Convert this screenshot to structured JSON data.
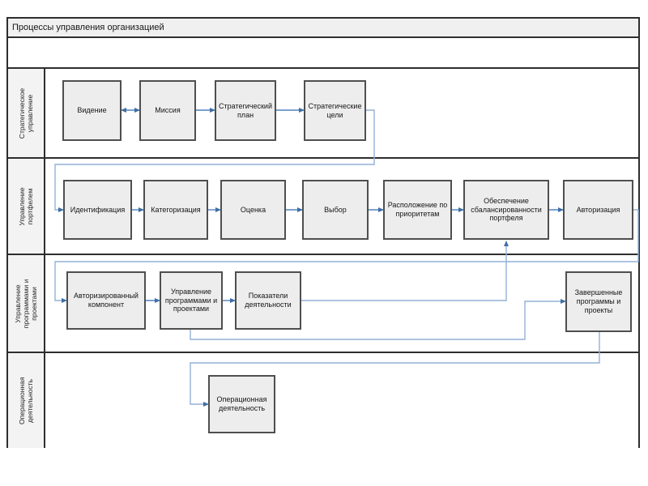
{
  "title": "Процессы управления организацией",
  "colors": {
    "frame_border": "#2e2e2e",
    "titlebar_fill": "#f0f0f0",
    "lane_label_fill": "#f3f3f3",
    "box_fill": "#ededed",
    "box_border": "#4f4f4f",
    "connector_dark": "#4f81bd",
    "connector_light": "#93b1d7"
  },
  "lanes": [
    {
      "label": "Стратегическое управление",
      "nodes": [
        {
          "label": "Видение"
        },
        {
          "label": "Миссия"
        },
        {
          "label": "Стратегический план"
        },
        {
          "label": "Стратегические цели"
        }
      ]
    },
    {
      "label": "Управление портфелем",
      "nodes": [
        {
          "label": "Идентификация"
        },
        {
          "label": "Категоризация"
        },
        {
          "label": "Оценка"
        },
        {
          "label": "Выбор"
        },
        {
          "label": "Расположение по приоритетам"
        },
        {
          "label": "Обеспечение сбалансированности портфеля"
        },
        {
          "label": "Авторизация"
        }
      ]
    },
    {
      "label": "Управление программами и проектами",
      "nodes": [
        {
          "label": "Авторизированный компонент"
        },
        {
          "label": "Управление программами и проектами"
        },
        {
          "label": "Показатели деятельности"
        },
        {
          "label": "Завершенные программы и проекты"
        }
      ]
    },
    {
      "label": "Операционная деятельность",
      "nodes": [
        {
          "label": "Операционная деятельность"
        }
      ]
    }
  ],
  "connections": [
    {
      "from": "Видение",
      "to": "Миссия",
      "type": "bidirectional"
    },
    {
      "from": "Миссия",
      "to": "Стратегический план",
      "type": "arrow"
    },
    {
      "from": "Стратегический план",
      "to": "Стратегические цели",
      "type": "arrow"
    },
    {
      "from": "Стратегические цели",
      "to": "Идентификация",
      "type": "arrow"
    },
    {
      "from": "Идентификация",
      "to": "Категоризация",
      "type": "arrow"
    },
    {
      "from": "Категоризация",
      "to": "Оценка",
      "type": "arrow"
    },
    {
      "from": "Оценка",
      "to": "Выбор",
      "type": "arrow"
    },
    {
      "from": "Выбор",
      "to": "Расположение по приоритетам",
      "type": "arrow"
    },
    {
      "from": "Расположение по приоритетам",
      "to": "Обеспечение сбалансированности портфеля",
      "type": "arrow"
    },
    {
      "from": "Обеспечение сбалансированности портфеля",
      "to": "Авторизация",
      "type": "arrow"
    },
    {
      "from": "Авторизация",
      "to": "Авторизированный компонент",
      "type": "arrow"
    },
    {
      "from": "Авторизированный компонент",
      "to": "Управление программами и проектами",
      "type": "arrow"
    },
    {
      "from": "Управление программами и проектами",
      "to": "Показатели деятельности",
      "type": "arrow"
    },
    {
      "from": "Показатели деятельности",
      "to": "Обеспечение сбалансированности портфеля",
      "type": "arrow"
    },
    {
      "from": "Управление программами и проектами",
      "to": "Завершенные программы и проекты",
      "type": "arrow"
    },
    {
      "from": "Завершенные программы и проекты",
      "to": "Операционная деятельность",
      "type": "arrow"
    }
  ]
}
